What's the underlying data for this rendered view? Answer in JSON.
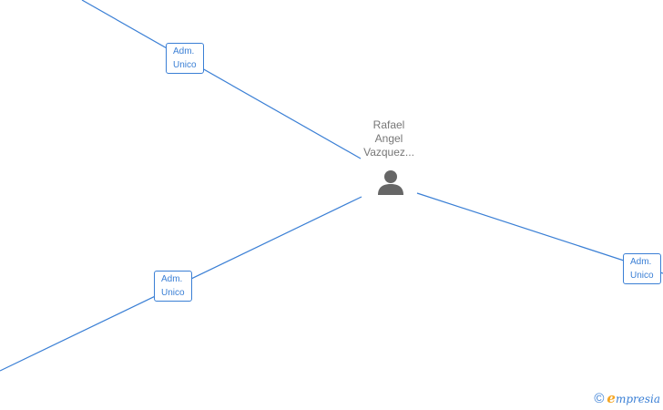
{
  "center_node": {
    "name_lines": [
      "Rafael",
      "Angel",
      "Vazquez..."
    ],
    "icon": "person-icon"
  },
  "edge_labels": [
    {
      "line1": "Adm.",
      "line2": "Unico"
    },
    {
      "line1": "Adm.",
      "line2": "Unico"
    },
    {
      "line1": "Adm.",
      "line2": "Unico"
    }
  ],
  "watermark": {
    "copyright_symbol": "©",
    "brand_initial": "e",
    "brand_rest": "mpresia"
  },
  "colors": {
    "edge": "#3a7fd5",
    "label_text": "#777777",
    "icon": "#666666",
    "brand_accent": "#f5a623"
  }
}
